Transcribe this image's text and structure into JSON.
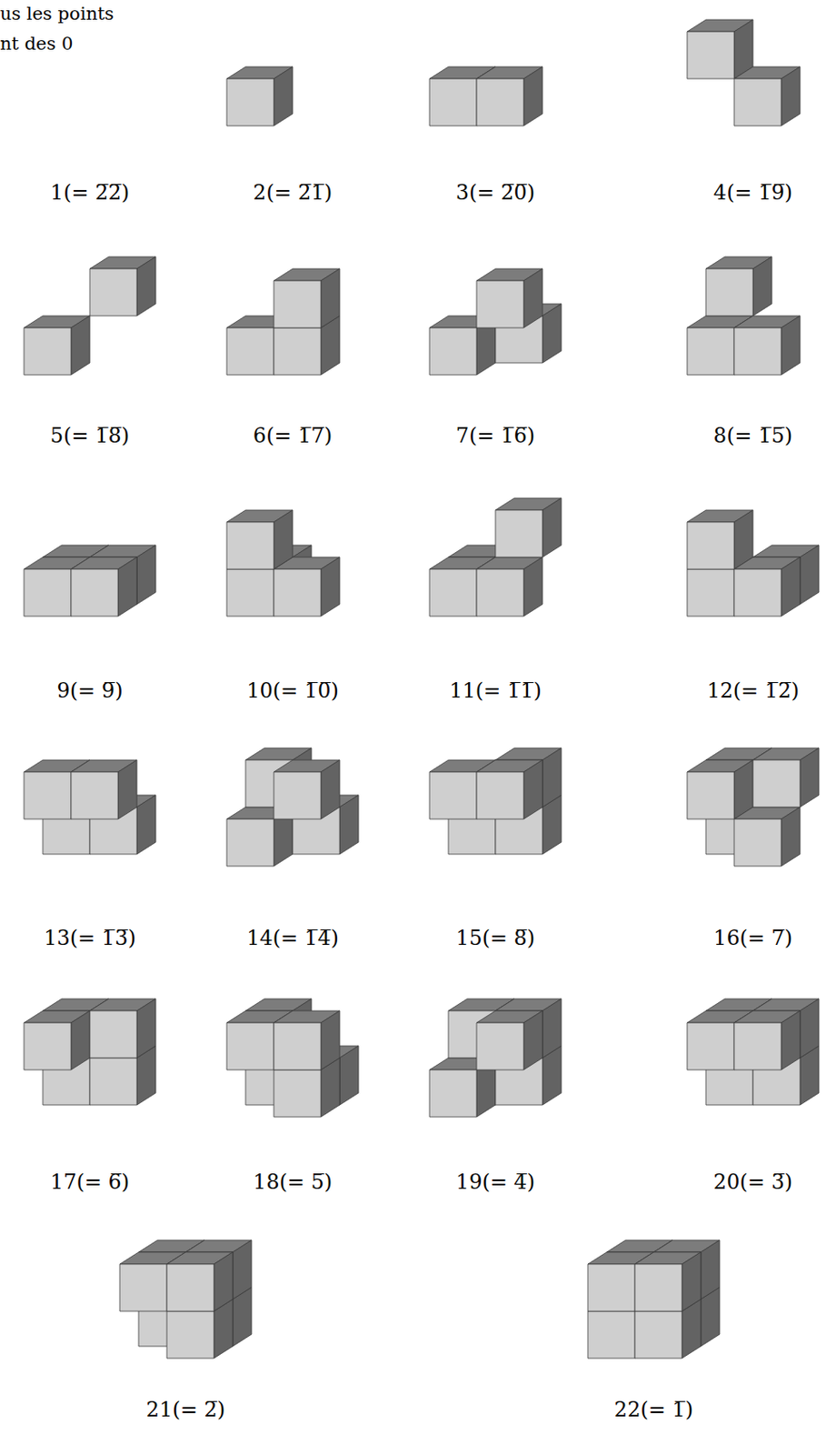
{
  "diagram": {
    "labels": [
      "us les points",
      "nt des 0",
      "1(= 2̅2̅)",
      "2(= 2̅1̅)",
      "3(= 2̅0̅)",
      "4(= 1̅9̅)",
      "5(= 1̅8̅)",
      "6(= 1̅7̅)",
      "7(= 1̅6̅)",
      "8(= 1̅5̅)",
      "9(= 9̅)",
      "10(= 1̅0̅)",
      "11(= 1̅1̅)",
      "12(= 1̅2̅)",
      "13(= 1̅3̅)",
      "14(= 1̅4̅)",
      "15(= 8̅)",
      "16(= 7̅)",
      "17(= 6̅)",
      "18(= 5̅)",
      "19(= 4̅)",
      "20(= 3̅)",
      "21(= 2̅)",
      "22(= 1̅)"
    ]
  }
}
